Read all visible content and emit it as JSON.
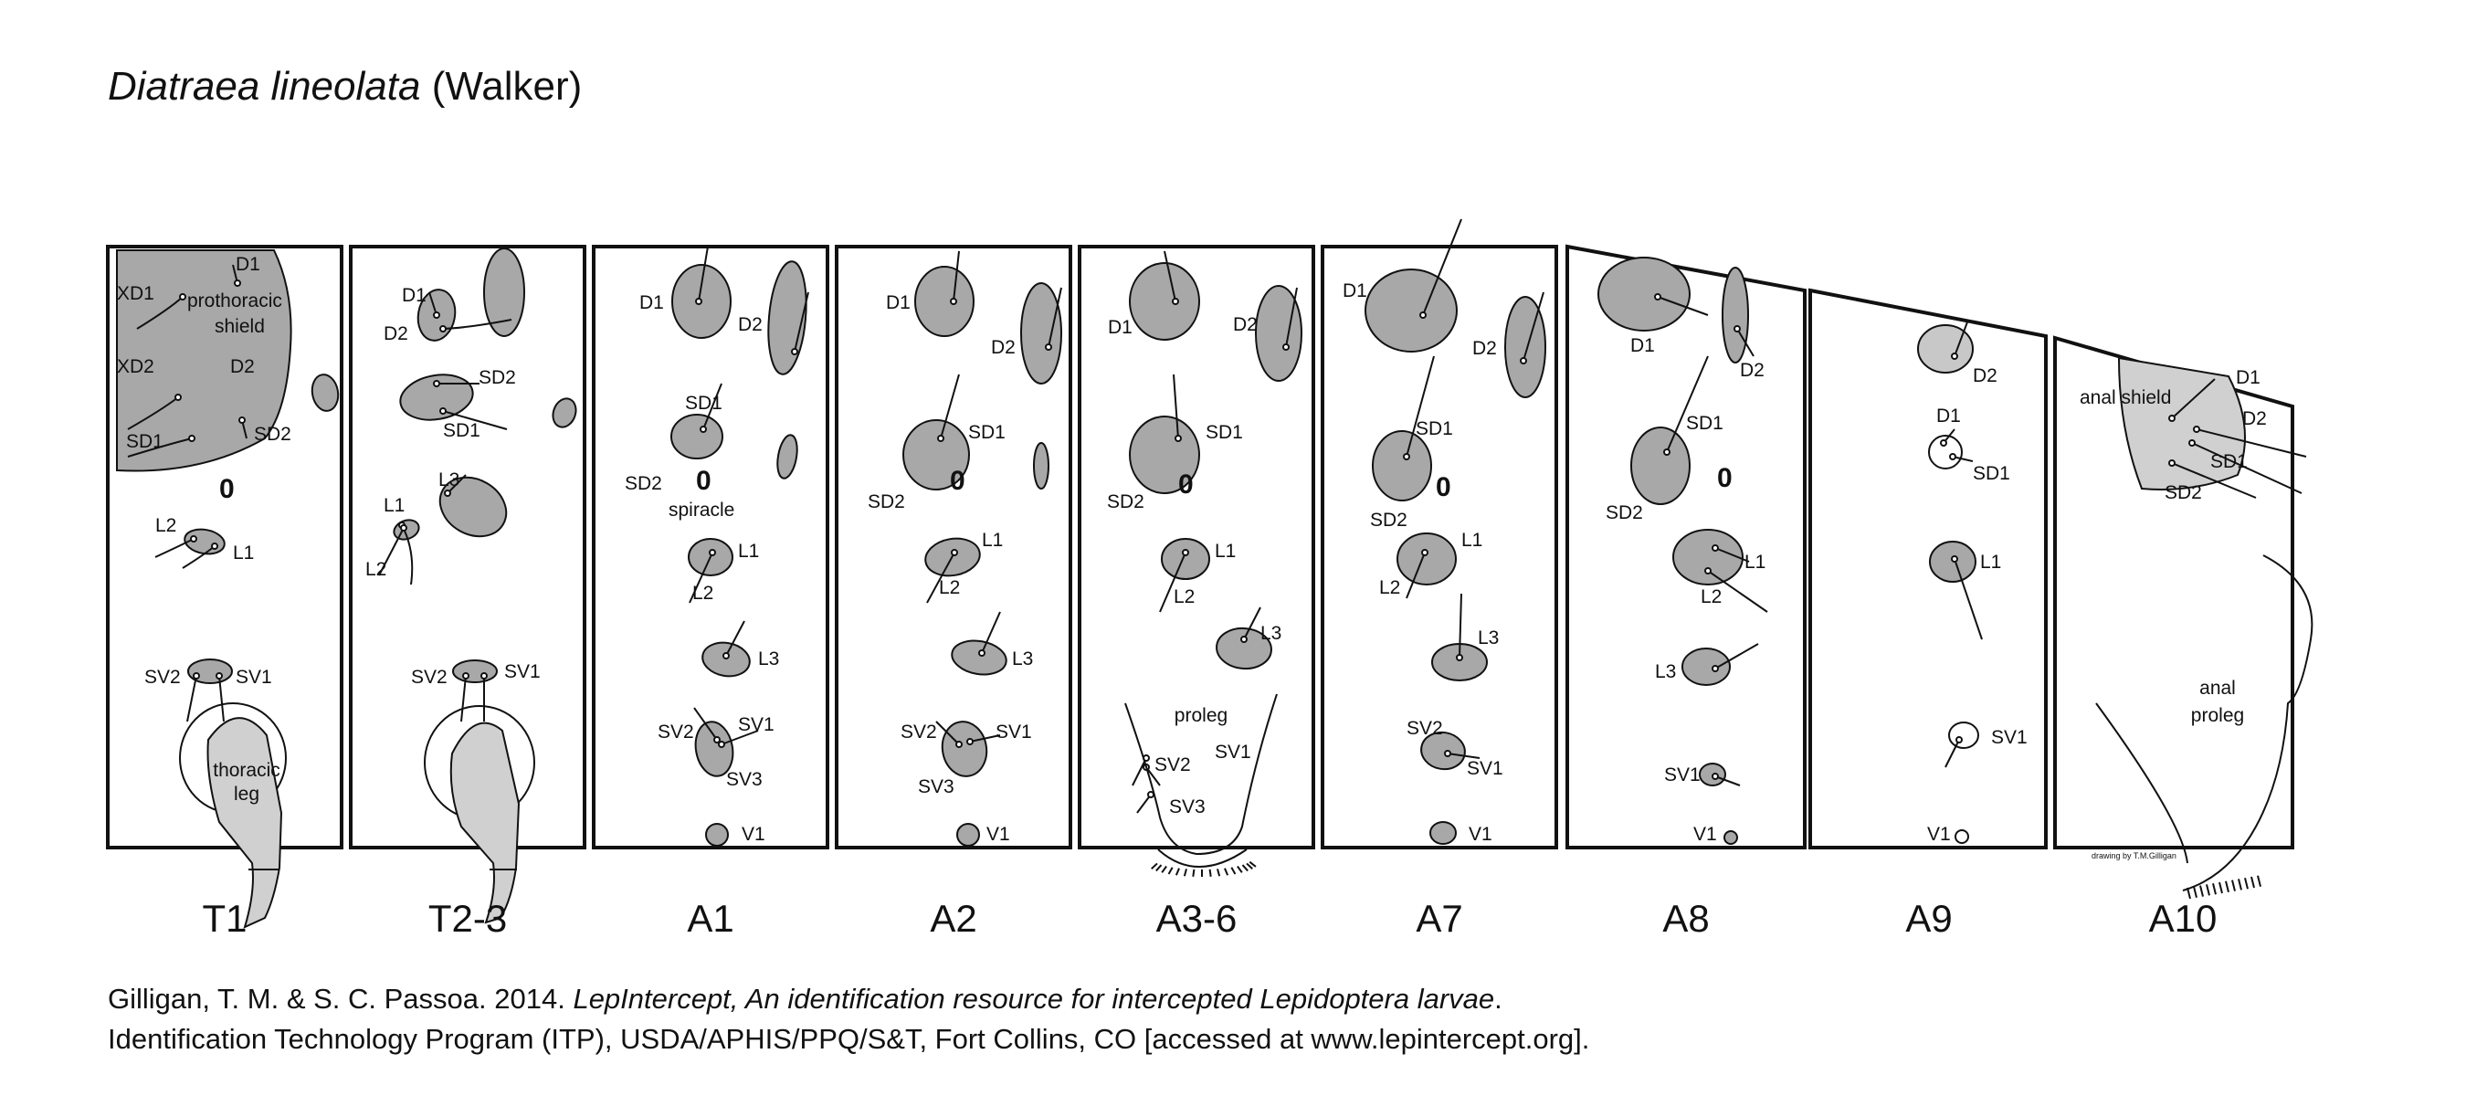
{
  "title": {
    "species": "Diatraea lineolata",
    "author": "(Walker)"
  },
  "segments": [
    "T1",
    "T2-3",
    "A1",
    "A2",
    "A3-6",
    "A7",
    "A8",
    "A9",
    "A10"
  ],
  "setae": {
    "T1": [
      "D1",
      "XD1",
      "XD2",
      "D2",
      "SD1",
      "SD2",
      "L2",
      "L1",
      "SV2",
      "SV1"
    ],
    "T2-3": [
      "D1",
      "D2",
      "SD2",
      "SD1",
      "L3",
      "L1",
      "L2",
      "SV2",
      "SV1"
    ],
    "A1": [
      "D1",
      "D2",
      "SD1",
      "SD2",
      "L1",
      "L2",
      "L3",
      "SV2",
      "SV1",
      "SV3",
      "V1"
    ],
    "A2": [
      "D1",
      "D2",
      "SD1",
      "SD2",
      "L1",
      "L2",
      "L3",
      "SV2",
      "SV1",
      "SV3",
      "V1"
    ],
    "A3-6": [
      "D1",
      "D2",
      "SD1",
      "SD2",
      "L1",
      "L2",
      "L3",
      "SV1",
      "SV2",
      "SV3"
    ],
    "A7": [
      "D1",
      "D2",
      "SD1",
      "SD2",
      "L1",
      "L2",
      "L3",
      "SV2",
      "SV1",
      "V1"
    ],
    "A8": [
      "D1",
      "D2",
      "SD1",
      "SD2",
      "L1",
      "L2",
      "L3",
      "SV1",
      "V1"
    ],
    "A9": [
      "D2",
      "D1",
      "SD1",
      "L1",
      "SV1",
      "V1"
    ],
    "A10": [
      "D1",
      "D2",
      "SD1",
      "SD2"
    ]
  },
  "structures": {
    "prothoracic_shield": "prothoracic shield",
    "spiracle": "spiracle",
    "spiracle_glyph": "0",
    "thoracic_leg": "thoracic leg",
    "proleg": "proleg",
    "anal_shield": "anal shield",
    "anal_proleg": "anal proleg"
  },
  "credit": "drawing by T.M.Gilligan",
  "citation": {
    "authors": "Gilligan, T. M. & S. C. Passoa. 2014. ",
    "work": "LepIntercept, An identification resource for intercepted Lepidoptera larvae",
    "end": ".",
    "line2": "Identification Technology Program (ITP), USDA/APHIS/PPQ/S&T, Fort Collins, CO [accessed at www.lepintercept.org]."
  },
  "colors": {
    "pinaculum": "#a8a8a8",
    "leg": "#d0d0d0",
    "outline": "#111111"
  }
}
